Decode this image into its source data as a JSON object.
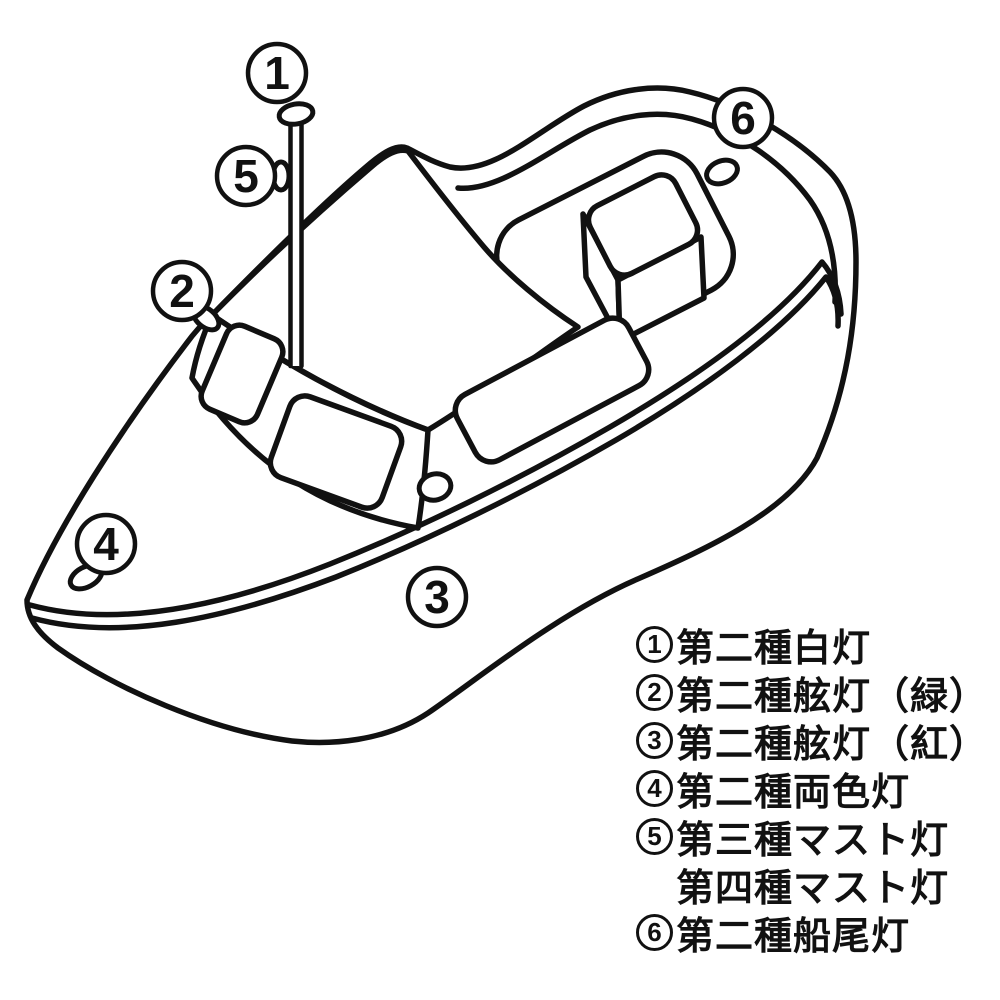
{
  "colors": {
    "ink": "#111111",
    "background": "#ffffff"
  },
  "diagram": {
    "badges": [
      {
        "num": "1"
      },
      {
        "num": "2"
      },
      {
        "num": "3"
      },
      {
        "num": "4"
      },
      {
        "num": "5"
      },
      {
        "num": "6"
      }
    ]
  },
  "legend": {
    "items": [
      {
        "num": "1",
        "label": "第二種白灯"
      },
      {
        "num": "2",
        "label": "第二種舷灯（緑）"
      },
      {
        "num": "3",
        "label": "第二種舷灯（紅）"
      },
      {
        "num": "4",
        "label": "第二種両色灯"
      },
      {
        "num": "5",
        "label": "第三種マスト灯"
      },
      {
        "num": "",
        "label": "第四種マスト灯"
      },
      {
        "num": "6",
        "label": "第二種船尾灯"
      }
    ]
  }
}
